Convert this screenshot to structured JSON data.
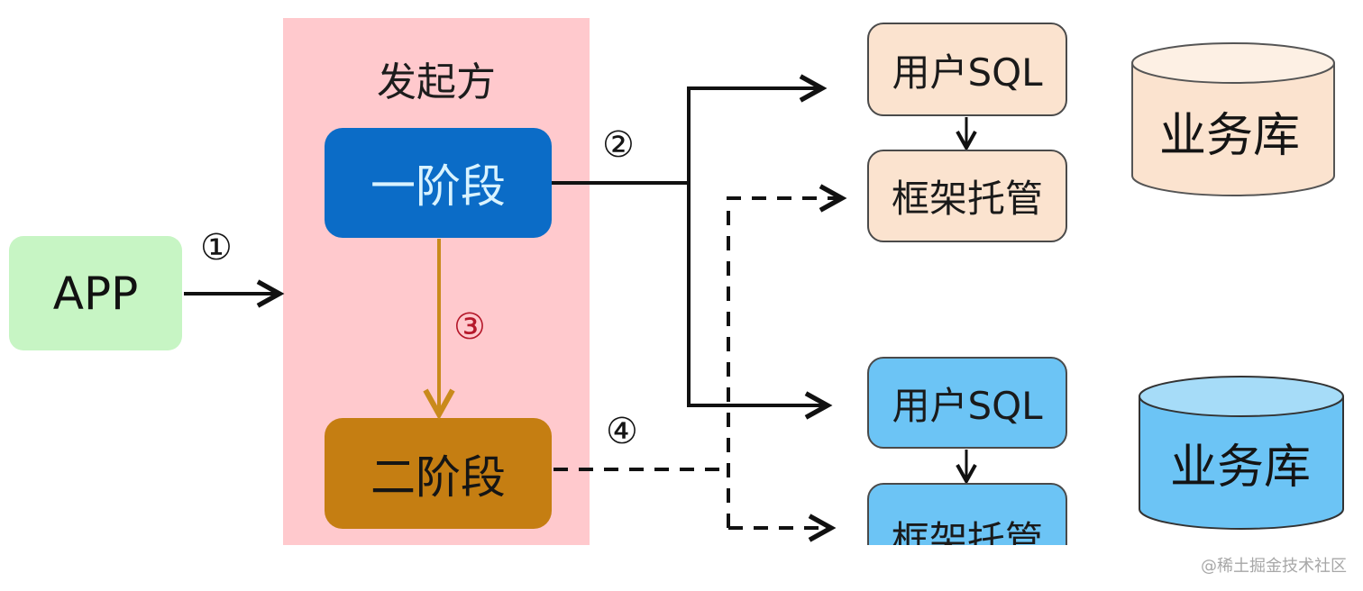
{
  "diagram": {
    "initiator": {
      "title": "发起方",
      "color": "#ffc9cd"
    },
    "app": {
      "label": "APP",
      "color": "#c7f5c4"
    },
    "phase1": {
      "label": "一阶段",
      "color": "#0b6cc7"
    },
    "phase2": {
      "label": "二阶段",
      "color": "#c57e12"
    },
    "steps": {
      "step1": "①",
      "step2": "②",
      "step3": "③",
      "step4": "④"
    },
    "targets": [
      {
        "sql_label": "用户SQL",
        "frame_label": "框架托管",
        "db_label": "业务库",
        "color": "#fbe3cf"
      },
      {
        "sql_label": "用户SQL",
        "frame_label": "框架托管",
        "db_label": "业务库",
        "color": "#6cc4f5"
      }
    ],
    "edges": [
      {
        "from": "APP",
        "to": "发起方",
        "label": "①",
        "style": "solid"
      },
      {
        "from": "一阶段",
        "to": "用户SQL (both)",
        "label": "②",
        "style": "solid"
      },
      {
        "from": "一阶段",
        "to": "二阶段",
        "label": "③",
        "style": "solid",
        "color": "#c98a1c"
      },
      {
        "from": "二阶段",
        "to": "框架托管 (both)",
        "label": "④",
        "style": "dashed"
      },
      {
        "from": "用户SQL",
        "to": "框架托管",
        "label": "",
        "style": "solid"
      }
    ]
  },
  "watermark": "@稀土掘金技术社区"
}
